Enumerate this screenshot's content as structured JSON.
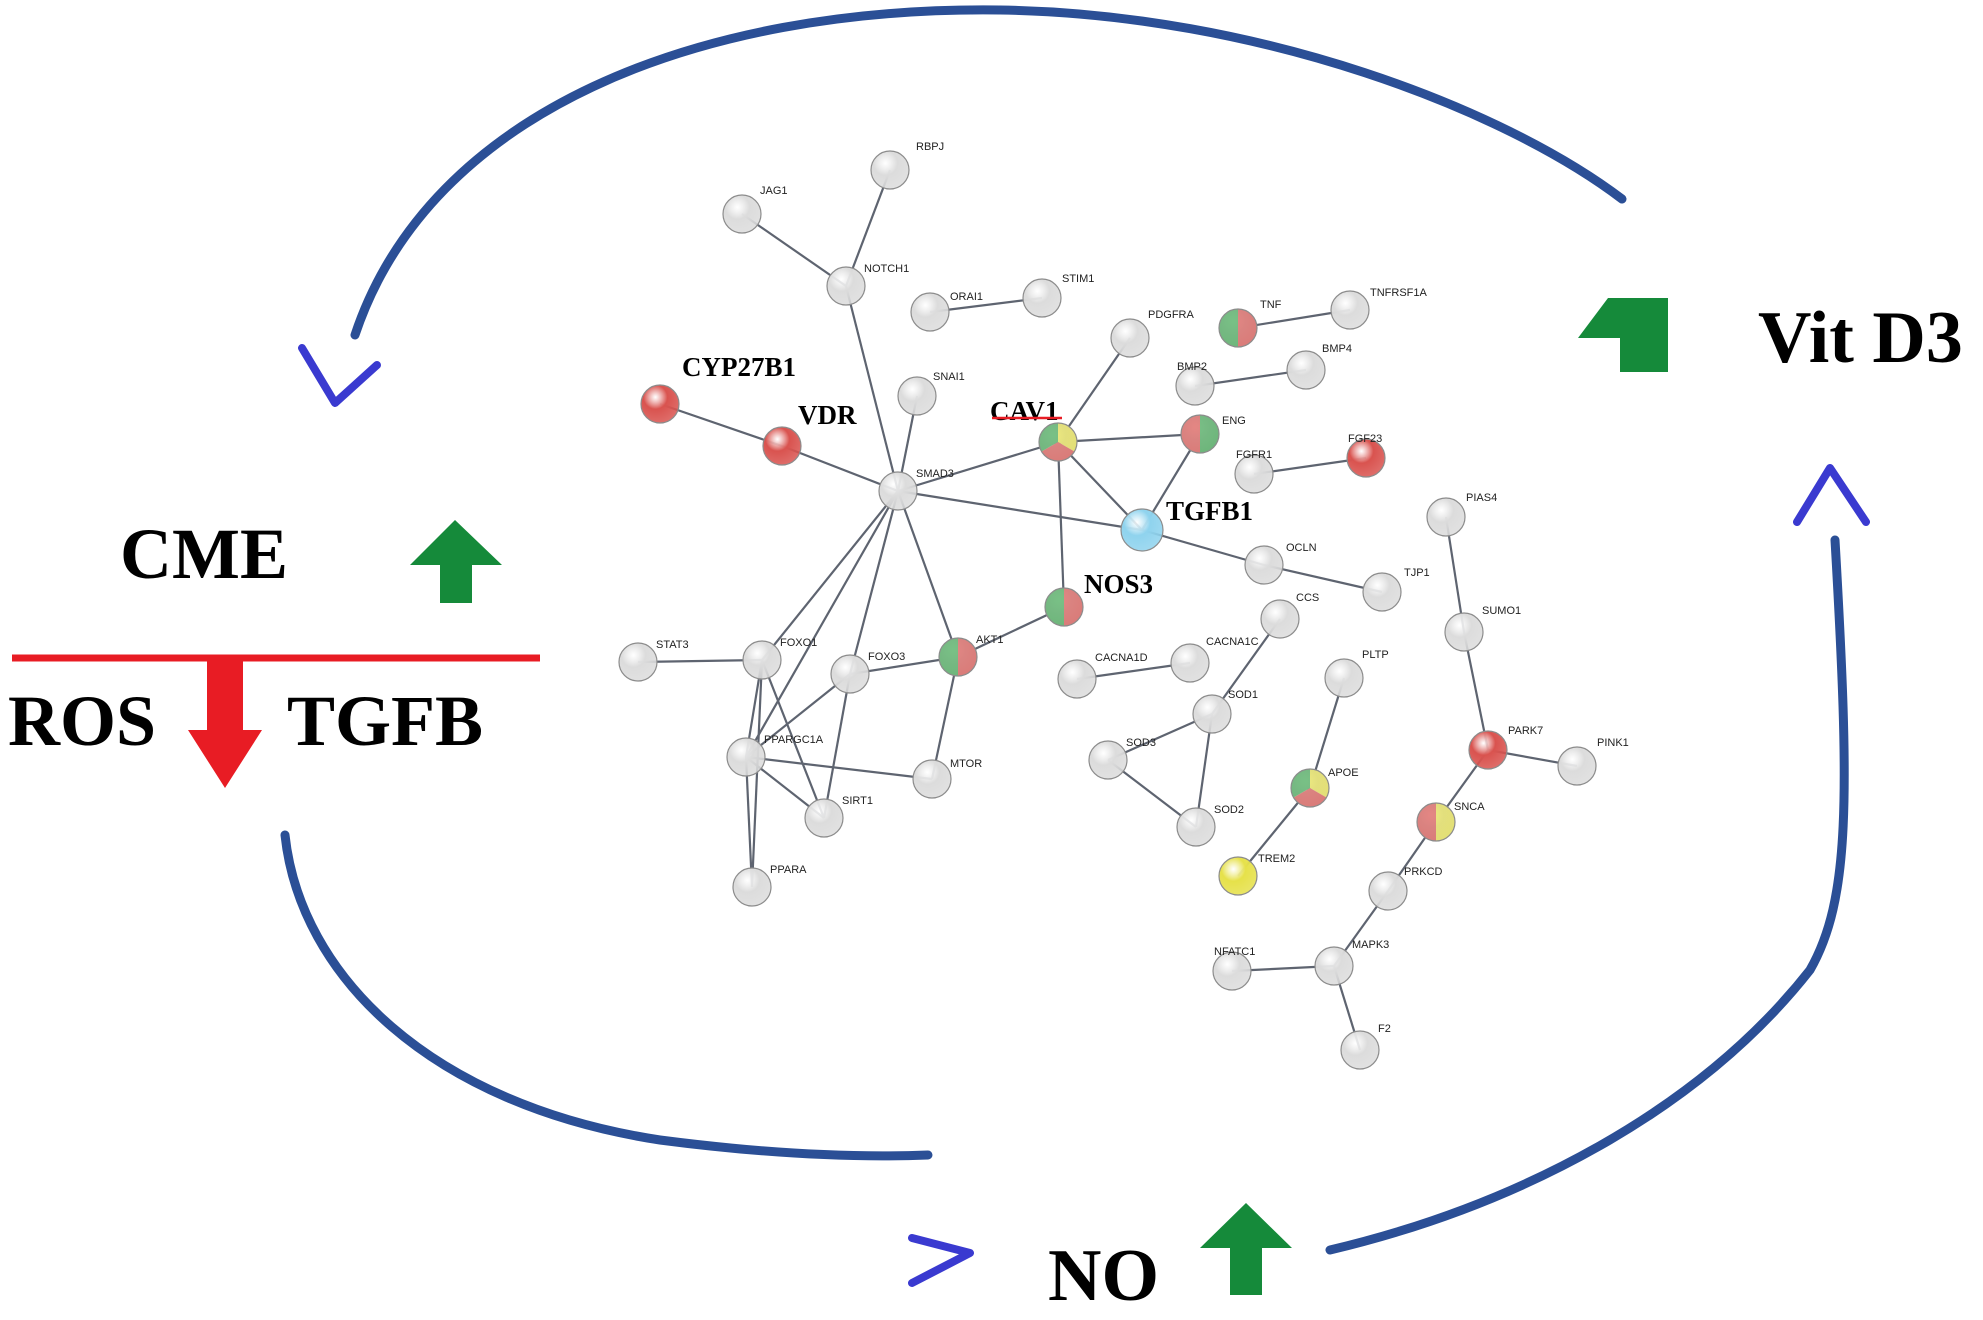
{
  "colors": {
    "cycle_arc": "#2b4f96",
    "chevron": "#3a3ad0",
    "up_arrow": "#158a3a",
    "down_arrow": "#e81c24",
    "divider": "#e81c24",
    "edge": "#5e6470",
    "node_gray": "#dcdcdc",
    "node_red": "#d9534f",
    "node_green": "#3fa652",
    "node_yellow": "#e6e14a",
    "node_blue": "#8fd3ee"
  },
  "labels": {
    "vit_d3": "Vit D3",
    "cme": "CME",
    "ros": "ROS",
    "tgfb": "TGFB",
    "no": "NO"
  },
  "icons": {
    "up": "green-up-arrow-icon",
    "down": "red-down-arrow-icon",
    "cycle_arrowhead": "chevron-icon"
  },
  "network": {
    "nodes": [
      {
        "id": "RBPJ",
        "label": "RBPJ",
        "fill": "gray"
      },
      {
        "id": "JAG1",
        "label": "JAG1",
        "fill": "gray"
      },
      {
        "id": "NOTCH1",
        "label": "NOTCH1",
        "fill": "gray"
      },
      {
        "id": "ORAI1",
        "label": "ORAI1",
        "fill": "gray"
      },
      {
        "id": "STIM1",
        "label": "STIM1",
        "fill": "gray"
      },
      {
        "id": "PDGFRA",
        "label": "PDGFRA",
        "fill": "gray"
      },
      {
        "id": "TNF",
        "label": "TNF",
        "fill": "green-red"
      },
      {
        "id": "TNFRSF1A",
        "label": "TNFRSF1A",
        "fill": "gray"
      },
      {
        "id": "BMP2",
        "label": "BMP2",
        "fill": "gray"
      },
      {
        "id": "BMP4",
        "label": "BMP4",
        "fill": "gray"
      },
      {
        "id": "CYP27B1",
        "label": "CYP27B1",
        "fill": "red",
        "key": true
      },
      {
        "id": "VDR",
        "label": "VDR",
        "fill": "red",
        "key": true
      },
      {
        "id": "SNAI1",
        "label": "SNAI1",
        "fill": "gray"
      },
      {
        "id": "CAV1",
        "label": "CAV1",
        "fill": "tri",
        "key": true
      },
      {
        "id": "ENG",
        "label": "ENG",
        "fill": "red-green"
      },
      {
        "id": "FGFR1",
        "label": "FGFR1",
        "fill": "gray"
      },
      {
        "id": "FGF23",
        "label": "FGF23",
        "fill": "red"
      },
      {
        "id": "SMAD3",
        "label": "SMAD3",
        "fill": "gray"
      },
      {
        "id": "TGFB1",
        "label": "TGFB1",
        "fill": "blue",
        "key": true
      },
      {
        "id": "OCLN",
        "label": "OCLN",
        "fill": "gray"
      },
      {
        "id": "TJP1",
        "label": "TJP1",
        "fill": "gray"
      },
      {
        "id": "PIAS4",
        "label": "PIAS4",
        "fill": "gray"
      },
      {
        "id": "NOS3",
        "label": "NOS3",
        "fill": "green-red",
        "key": true
      },
      {
        "id": "SUMO1",
        "label": "SUMO1",
        "fill": "gray"
      },
      {
        "id": "CCS",
        "label": "CCS",
        "fill": "gray"
      },
      {
        "id": "STAT3",
        "label": "STAT3",
        "fill": "gray"
      },
      {
        "id": "FOXO1",
        "label": "FOXO1",
        "fill": "gray"
      },
      {
        "id": "FOXO3",
        "label": "FOXO3",
        "fill": "gray"
      },
      {
        "id": "AKT1",
        "label": "AKT1",
        "fill": "green-red"
      },
      {
        "id": "CACNA1D",
        "label": "CACNA1D",
        "fill": "gray"
      },
      {
        "id": "CACNA1C",
        "label": "CACNA1C",
        "fill": "gray"
      },
      {
        "id": "PLTP",
        "label": "PLTP",
        "fill": "gray"
      },
      {
        "id": "SOD1",
        "label": "SOD1",
        "fill": "gray"
      },
      {
        "id": "PPARGC1A",
        "label": "PPARGC1A",
        "fill": "gray"
      },
      {
        "id": "SOD3",
        "label": "SOD3",
        "fill": "gray"
      },
      {
        "id": "MTOR",
        "label": "MTOR",
        "fill": "gray"
      },
      {
        "id": "PARK7",
        "label": "PARK7",
        "fill": "red"
      },
      {
        "id": "PINK1",
        "label": "PINK1",
        "fill": "gray"
      },
      {
        "id": "APOE",
        "label": "APOE",
        "fill": "tri"
      },
      {
        "id": "SIRT1",
        "label": "SIRT1",
        "fill": "gray"
      },
      {
        "id": "SOD2",
        "label": "SOD2",
        "fill": "gray"
      },
      {
        "id": "SNCA",
        "label": "SNCA",
        "fill": "red-yellow"
      },
      {
        "id": "TREM2",
        "label": "TREM2",
        "fill": "yellow"
      },
      {
        "id": "PPARA",
        "label": "PPARA",
        "fill": "gray"
      },
      {
        "id": "PRKCD",
        "label": "PRKCD",
        "fill": "gray"
      },
      {
        "id": "NFATC1",
        "label": "NFATC1",
        "fill": "gray"
      },
      {
        "id": "MAPK3",
        "label": "MAPK3",
        "fill": "gray"
      },
      {
        "id": "F2",
        "label": "F2",
        "fill": "gray"
      }
    ],
    "edges": [
      [
        "RBPJ",
        "NOTCH1"
      ],
      [
        "JAG1",
        "NOTCH1"
      ],
      [
        "NOTCH1",
        "SMAD3"
      ],
      [
        "ORAI1",
        "STIM1"
      ],
      [
        "TNF",
        "TNFRSF1A"
      ],
      [
        "BMP2",
        "BMP4"
      ],
      [
        "CYP27B1",
        "VDR"
      ],
      [
        "VDR",
        "SMAD3"
      ],
      [
        "SNAI1",
        "SMAD3"
      ],
      [
        "SMAD3",
        "CAV1"
      ],
      [
        "SMAD3",
        "TGFB1"
      ],
      [
        "TGFB1",
        "OCLN"
      ],
      [
        "OCLN",
        "TJP1"
      ],
      [
        "CAV1",
        "PDGFRA"
      ],
      [
        "CAV1",
        "ENG"
      ],
      [
        "CAV1",
        "TGFB1"
      ],
      [
        "CAV1",
        "NOS3"
      ],
      [
        "ENG",
        "TGFB1"
      ],
      [
        "FGFR1",
        "FGF23"
      ],
      [
        "NOS3",
        "AKT1"
      ],
      [
        "SMAD3",
        "FOXO1"
      ],
      [
        "SMAD3",
        "FOXO3"
      ],
      [
        "SMAD3",
        "AKT1"
      ],
      [
        "SMAD3",
        "PPARGC1A"
      ],
      [
        "STAT3",
        "FOXO1"
      ],
      [
        "FOXO1",
        "PPARGC1A"
      ],
      [
        "FOXO1",
        "SIRT1"
      ],
      [
        "FOXO1",
        "PPARA"
      ],
      [
        "FOXO3",
        "AKT1"
      ],
      [
        "FOXO3",
        "PPARGC1A"
      ],
      [
        "FOXO3",
        "SIRT1"
      ],
      [
        "AKT1",
        "MTOR"
      ],
      [
        "MTOR",
        "PPARGC1A"
      ],
      [
        "PPARGC1A",
        "SIRT1"
      ],
      [
        "PPARGC1A",
        "PPARA"
      ],
      [
        "CACNA1D",
        "CACNA1C"
      ],
      [
        "CCS",
        "SOD1"
      ],
      [
        "SOD1",
        "SOD3"
      ],
      [
        "SOD1",
        "SOD2"
      ],
      [
        "SOD3",
        "SOD2"
      ],
      [
        "PLTP",
        "APOE"
      ],
      [
        "APOE",
        "TREM2"
      ],
      [
        "PIAS4",
        "SUMO1"
      ],
      [
        "SUMO1",
        "PARK7"
      ],
      [
        "PARK7",
        "PINK1"
      ],
      [
        "PARK7",
        "SNCA"
      ],
      [
        "SNCA",
        "PRKCD"
      ],
      [
        "PRKCD",
        "MAPK3"
      ],
      [
        "NFATC1",
        "MAPK3"
      ],
      [
        "MAPK3",
        "F2"
      ]
    ]
  }
}
